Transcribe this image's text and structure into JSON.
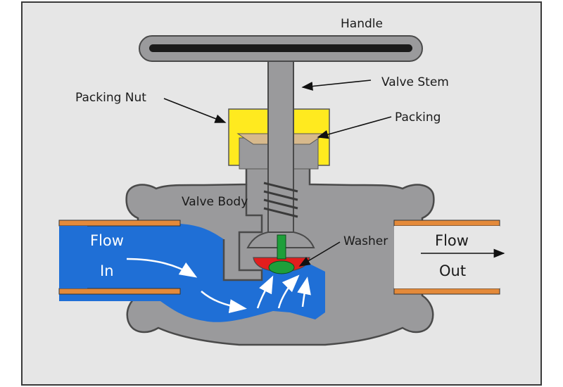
{
  "labels": {
    "handle": "Handle",
    "valve_stem": "Valve Stem",
    "packing_nut": "Packing Nut",
    "packing": "Packing",
    "valve_body": "Valve Body",
    "washer": "Washer",
    "flow_in_top": "Flow",
    "flow_in_bottom": "In",
    "flow_out_top": "Flow",
    "flow_out_bottom": "Out"
  },
  "colors": {
    "frame": "#3a3a3a",
    "panel": "#e6e6e6",
    "metal": "#9a9a9c",
    "metal_dark": "#4a4a4a",
    "water": "#1f6fd6",
    "pipe_orange": "#e48a3a",
    "packing_nut": "#ffea1f",
    "packing": "#d7b98c",
    "washer": "#e21e1e",
    "screw": "#1e9f3a",
    "arrow": "#111111",
    "flow_arrow": "#ffffff"
  }
}
